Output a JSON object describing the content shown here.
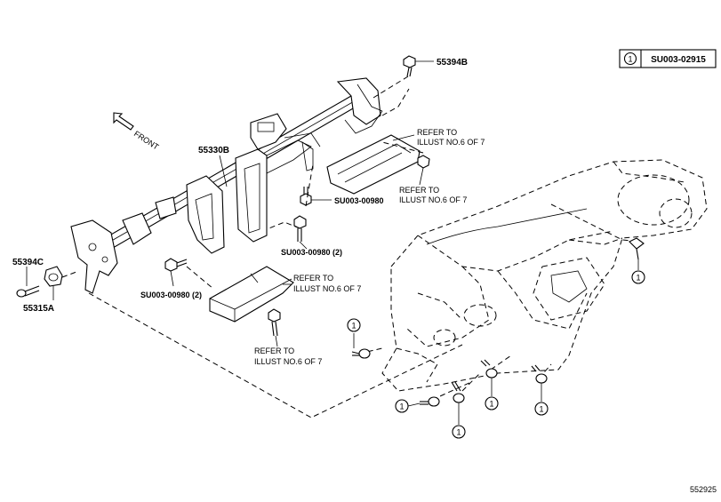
{
  "legend": {
    "badge": "1",
    "code": "SU003-02915"
  },
  "labels": {
    "p55394B": "55394B",
    "p55330B": "55330B",
    "p55394C": "55394C",
    "p55315A": "55315A",
    "su_a": "SU003-00980",
    "su_b": "SU003-00980 (2)",
    "su_c": "SU003-00980 (2)",
    "front": "FRONT",
    "refer_to": "REFER TO",
    "illust": "ILLUST NO.6 OF 7",
    "callout": "1"
  },
  "footer": {
    "diagram_number": "552925"
  }
}
